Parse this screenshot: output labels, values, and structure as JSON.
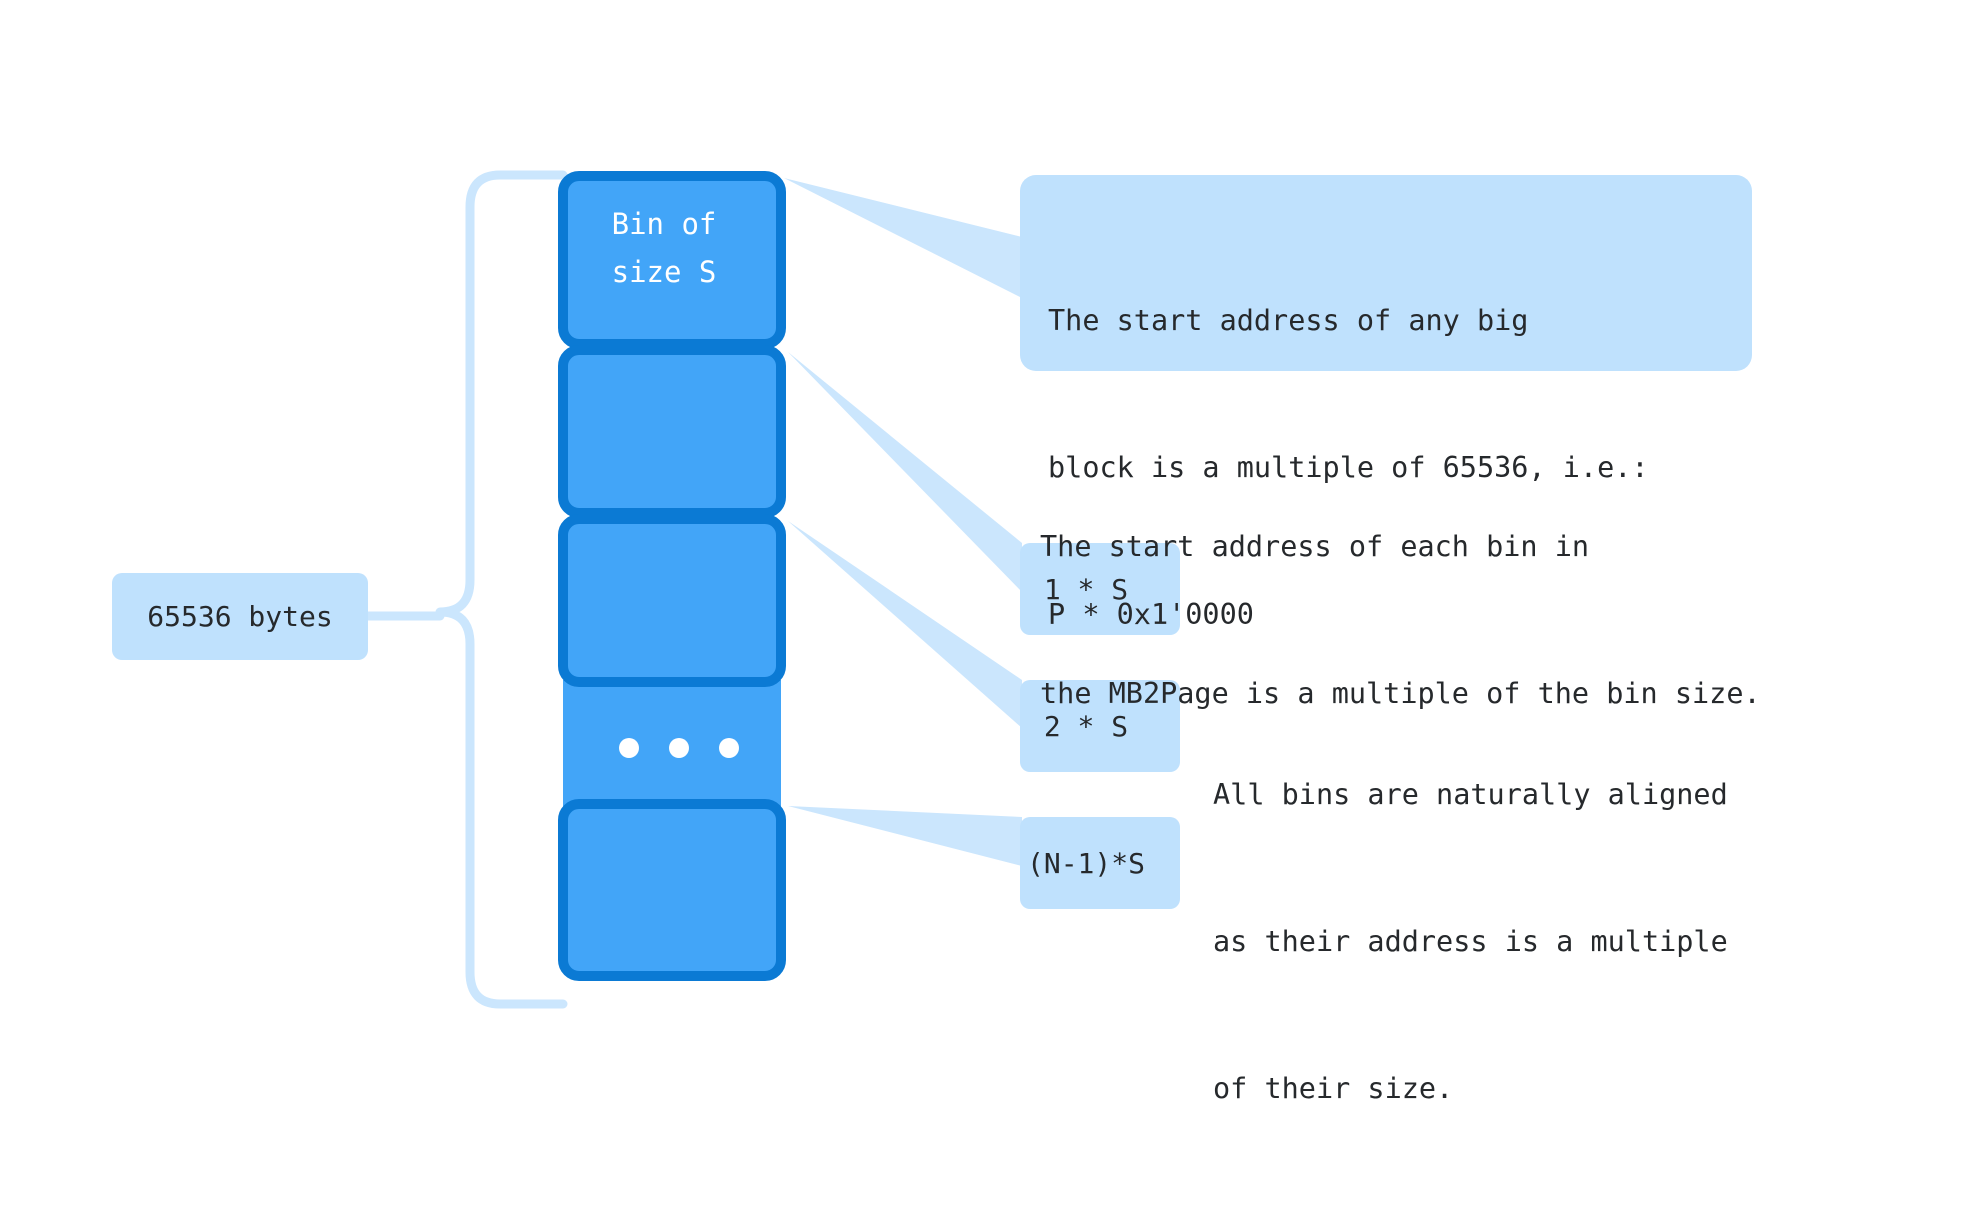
{
  "diagram": {
    "title_block_label": "Bin of\nsize S",
    "size_bracket_label": "65536 bytes",
    "blocks": [
      {
        "name": "bin-block-0",
        "label": "Bin of\nsize S"
      },
      {
        "name": "bin-block-1",
        "label": ""
      },
      {
        "name": "bin-block-2",
        "label": ""
      },
      {
        "name": "bin-block-ellipsis",
        "label": ""
      },
      {
        "name": "bin-block-last",
        "label": ""
      }
    ],
    "offset_labels": [
      {
        "name": "offset-label-1s",
        "text": "1 * S"
      },
      {
        "name": "offset-label-2s",
        "text": "2 * S"
      },
      {
        "name": "offset-label-n-1s",
        "text": "(N-1)*S"
      }
    ],
    "callout": {
      "line1": "The start address of any big",
      "line2": "block is a multiple of 65536, i.e.:",
      "line3": "P * 0x1'0000"
    },
    "note_bin_alignment": {
      "line1": "The start address of each bin in",
      "line2": "the MB2Page is a multiple of the bin size."
    },
    "note_natural_alignment": {
      "line1": "All bins are naturally aligned",
      "line2": "as their address is a multiple",
      "line3": "of their size."
    },
    "colors": {
      "block_fill": "#42a5f8",
      "block_border": "#0b7ad4",
      "callout_fill": "#bfe1fd",
      "bracket_stroke": "#cbe6fd",
      "text_dark": "#26292c",
      "text_light": "#ffffff",
      "background": "#ffffff"
    }
  }
}
